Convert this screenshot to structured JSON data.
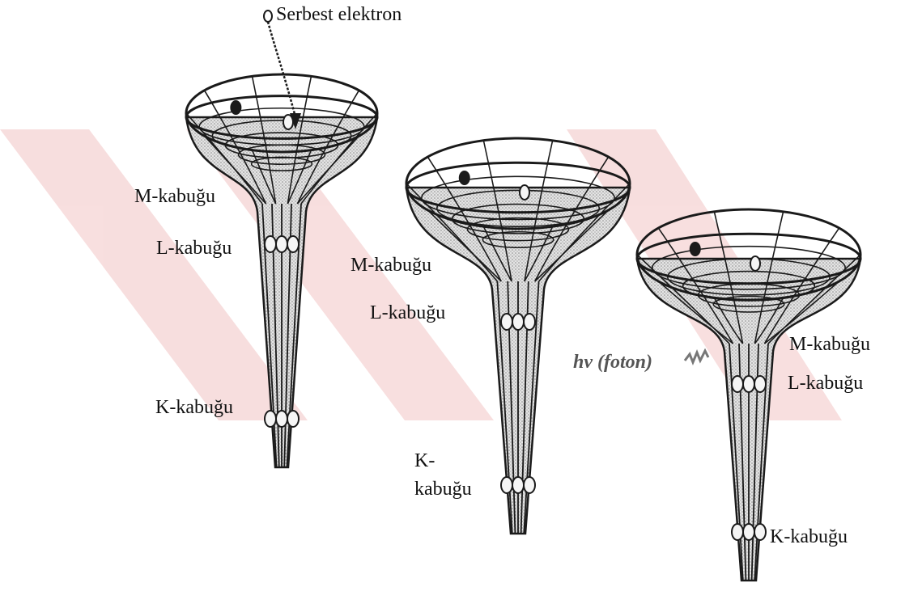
{
  "free_electron_label": "Serbest elektron",
  "funnels": [
    {
      "name": "funnel-1",
      "shell_labels": {
        "m": "M-kabuğu",
        "l": "L-kabuğu",
        "k": "K-kabuğu"
      }
    },
    {
      "name": "funnel-2",
      "shell_labels": {
        "m": "M-kabuğu",
        "l": "L-kabuğu",
        "k": "K-\nkabuğu"
      }
    },
    {
      "name": "funnel-3",
      "shell_labels": {
        "m": "M-kabuğu",
        "l": "L-kabuğu",
        "k": "K-kabuğu"
      },
      "photon_label": "hv (foton)"
    }
  ],
  "colors": {
    "watermark": "#f2c4c4",
    "ink": "#1a1a1a",
    "funnel_fill": "#cfcfcf"
  }
}
